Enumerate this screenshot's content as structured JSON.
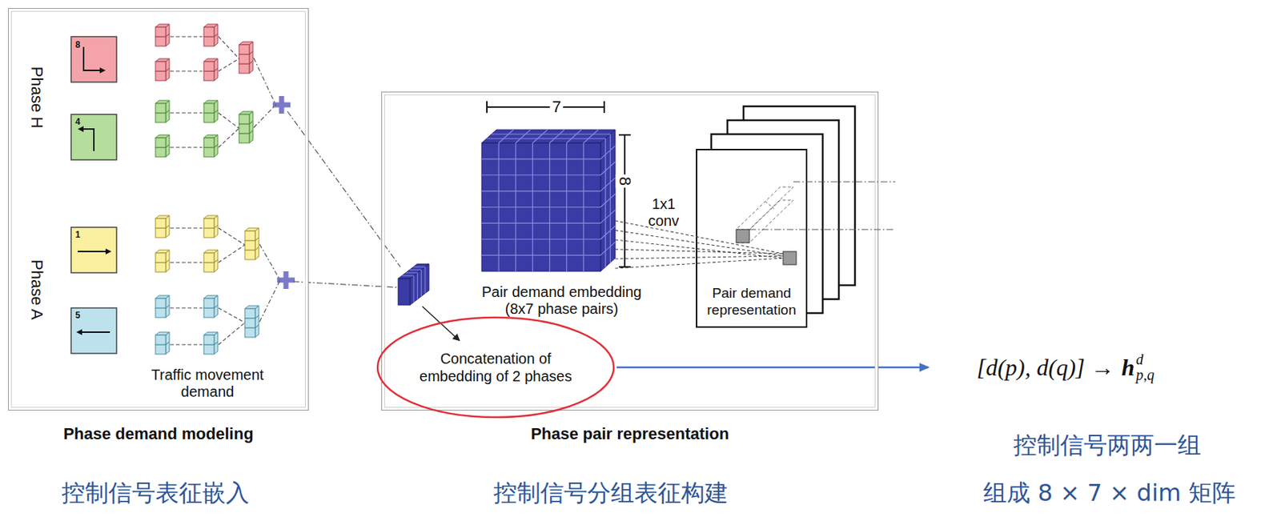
{
  "diagram": {
    "nodes": [
      {
        "text": [
          "Phase demand modeling"
        ]
      },
      {
        "text": [
          "Phase pair representation"
        ]
      },
      {
        "text": [
          "Concatenation of embedding of 2 phases"
        ],
        "in": 1
      },
      {
        "text": [
          "Pair demand representation"
        ],
        "in": 1
      },
      {
        "text": [
          "[d(p), d(q)] →",
          "h",
          "d",
          "p,q"
        ]
      }
    ],
    "edges": [
      {
        "from": 2,
        "to": 4,
        "arrow": "to"
      }
    ],
    "labels": [
      "Phase H",
      "8",
      "4",
      "Phase A",
      "1",
      "5",
      "Traffic movement demand",
      "控制信号表征嵌入",
      "7",
      "8",
      "1x1 conv",
      "Pair demand embedding (8x7 phase pairs)",
      "控制信号分组表征构建",
      "控制信号两两一组",
      "组成 8 × 7 × dim 矩阵"
    ]
  }
}
